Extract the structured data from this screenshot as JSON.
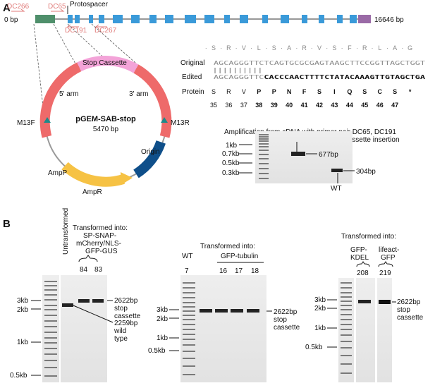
{
  "panel_a": {
    "label": "A",
    "gene": {
      "start_label": "0 bp",
      "end_label": "16646 bp",
      "protospacer_label": "Protospacer",
      "primers": [
        "DC266",
        "DC65",
        "DC191",
        "DC267"
      ]
    },
    "plasmid": {
      "name": "pGEM-SAB-stop",
      "size": "5470 bp",
      "segments": [
        "Stop Cassette",
        "5' arm",
        "3' arm",
        "Origin",
        "AmpR",
        "AmpP"
      ],
      "sites": [
        "M13F",
        "M13R"
      ]
    },
    "alignment": {
      "row_labels": [
        "Original",
        "Edited",
        "Protein"
      ],
      "orig_aa": [
        "S",
        "R",
        "V",
        "L",
        "S",
        "A",
        "R",
        "V",
        "S",
        "F",
        "R",
        "L",
        "A",
        "G"
      ],
      "original_seq": "AGCAGGGTTCTCAGTGCGCGAGTAAGCTTCCGGTTAGCTGGT",
      "edited_seq_plain": "AGCAGGGTTC",
      "edited_seq_bold": "CACCCAACTTTTCTATACAAAGTTGTAGCTGA",
      "protein": [
        "S",
        "R",
        "V",
        "P",
        "P",
        "N",
        "F",
        "S",
        "I",
        "Q",
        "S",
        "C",
        "S",
        "*"
      ],
      "positions": [
        "35",
        "36",
        "37",
        "38",
        "39",
        "40",
        "41",
        "42",
        "43",
        "44",
        "45",
        "46",
        "47"
      ]
    },
    "gel": {
      "title_line1": "Amplification from cDNA with primer pair DC65, DC191",
      "title_line2": "Δsabre with stop cassette insertion",
      "ladder": [
        "1kb",
        "0.7kb",
        "0.5kb",
        "0.3kb"
      ],
      "bands": [
        "677bp",
        "304bp"
      ],
      "wt_label": "WT"
    }
  },
  "panel_b": {
    "label": "B",
    "gel1": {
      "untransformed": "Untransformed",
      "header": [
        "Transformed into:",
        "SP-SNAP-",
        "mCherry/NLS-",
        "GFP-GUS"
      ],
      "lanes": [
        "84",
        "83"
      ],
      "ladder": [
        "3kb",
        "2kb",
        "1kb",
        "0.5kb"
      ],
      "band_stop": [
        "2622bp",
        "stop",
        "cassette"
      ],
      "band_wt": [
        "2259bp",
        "wild",
        "type"
      ]
    },
    "gel2": {
      "header": "Transformed into:",
      "groups": [
        "WT",
        "GFP-tubulin"
      ],
      "lanes": [
        "7",
        "16",
        "17",
        "18"
      ],
      "ladder": [
        "3kb",
        "2kb",
        "1kb",
        "0.5kb"
      ],
      "band_stop": [
        "2622bp",
        "stop",
        "cassette"
      ]
    },
    "gel3": {
      "header": "Transformed into:",
      "groups": [
        "GFP-",
        "KDEL",
        "lifeact-",
        "GFP"
      ],
      "lanes": [
        "208",
        "219"
      ],
      "ladder": [
        "3kb",
        "2kb",
        "1kb",
        "0.5kb"
      ],
      "band_stop": [
        "2622bp",
        "stop",
        "cassette"
      ]
    }
  },
  "colors": {
    "exon": "#3a9ad9",
    "first_exon": "#4f8f6b",
    "last_exon": "#9a6aa6",
    "primer": "#e07a78",
    "five_arm": "#ee6a6a",
    "stop_cassette": "#f3a3d8",
    "origin": "#0f4f8a",
    "ampr": "#f6c244",
    "m13_marker": "#1d8a8a",
    "stop_star": "#e0302a"
  }
}
